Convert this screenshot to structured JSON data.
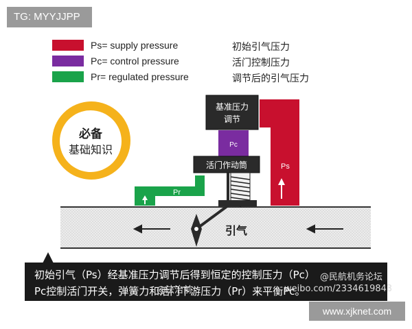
{
  "watermark_top": "TG: MYYJJPP",
  "legend": [
    {
      "color": "#c8102e",
      "label_en": "Ps= supply pressure",
      "label_cn": "初始引气压力"
    },
    {
      "color": "#7a2ca0",
      "label_en": "Pc= control pressure",
      "label_cn": "活门控制压力"
    },
    {
      "color": "#1aa34a",
      "label_en": "Pr= regulated pressure",
      "label_cn": "调节后的引气压力"
    }
  ],
  "badge": {
    "line1": "必备",
    "line2": "基础知识"
  },
  "diagram": {
    "regulator_line1": "基准压力",
    "regulator_line2": "调节",
    "pc_label": "Pc",
    "actuator_label": "活门作动筒",
    "ps_label": "Ps",
    "pr_label": "Pr",
    "duct_label": "引气"
  },
  "caption": {
    "line1": "初始引气（Ps）经基准压力调节后得到恒定的控制压力（Pc）",
    "line2": "Pc控制活门开关，弹簧力和活门下游压力（Pr）来平衡Pc。"
  },
  "watermarks": {
    "weibo_left": "@法治前",
    "weibo_right1": "@民航机务论坛",
    "weibo_right2": "weibo.com/2334619843"
  },
  "site_tag": "www.xjknet.com",
  "colors": {
    "ps": "#c8102e",
    "pc": "#7a2ca0",
    "pr": "#1aa34a",
    "badge": "#f5b21b",
    "dark": "#2a2a2a"
  }
}
